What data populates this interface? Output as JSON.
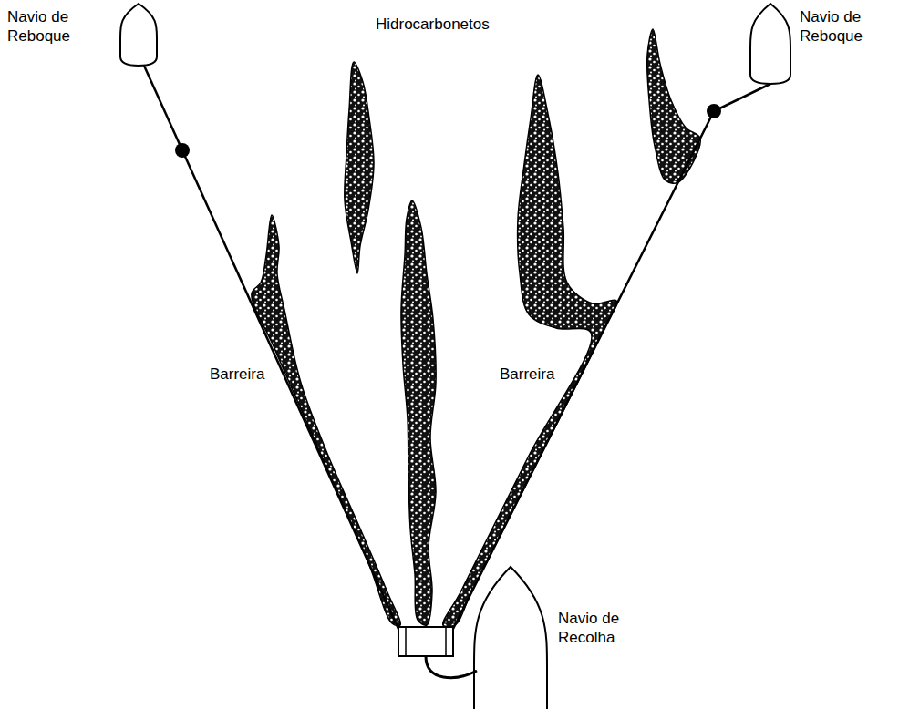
{
  "diagram": {
    "labels": [
      "Navio de Reboque",
      "Hidrocarbonetos",
      "Navio de Reboque",
      "Barreira",
      "Barreira",
      "Navio de Recolha"
    ]
  }
}
